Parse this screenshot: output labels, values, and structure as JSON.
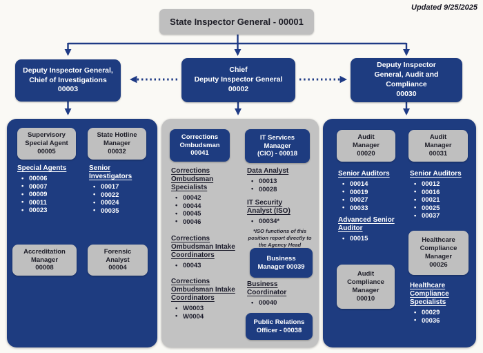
{
  "updated": "Updated 9/25/2025",
  "colors": {
    "navy": "#1e3c80",
    "box_gray": "#bfbfbf",
    "panel_gray": "#c2c2c2",
    "background": "#faf9f5",
    "text_dark": "#1d1d26",
    "text_white": "#ffffff"
  },
  "root_box": {
    "label": "State Inspector General - 00001"
  },
  "level2": {
    "investigations": {
      "lines": [
        "Deputy Inspector General,",
        "Chief of Investigations",
        "00003"
      ]
    },
    "chief": {
      "lines": [
        "Chief",
        "Deputy Inspector General",
        "00002"
      ]
    },
    "audit_compliance": {
      "lines": [
        "Deputy Inspector",
        "General, Audit and",
        "Compliance",
        "00030"
      ]
    }
  },
  "columns": {
    "investigations": {
      "boxes": [
        {
          "label": [
            "Supervisory",
            "Special Agent",
            "00005"
          ]
        },
        {
          "label": [
            "State Hotline",
            "Manager",
            "00032"
          ]
        },
        {
          "label": [
            "Accreditation",
            "Manager",
            "00008"
          ]
        },
        {
          "label": [
            "Forensic",
            "Analyst",
            "00004"
          ]
        }
      ],
      "groups": [
        {
          "title": "Special Agents",
          "items": [
            "00006",
            "00007",
            "00009",
            "00011",
            "00023"
          ]
        },
        {
          "title": "Senior Investigators",
          "items": [
            "00017",
            "00022",
            "00024",
            "00035"
          ]
        }
      ]
    },
    "chief_office": {
      "boxes": [
        {
          "label": [
            "Corrections",
            "Ombudsman",
            "00041"
          ]
        },
        {
          "label": [
            "IT Services",
            "Manager",
            "(CIO) - 00018"
          ]
        },
        {
          "label": [
            "Business",
            "Manager 00039"
          ]
        },
        {
          "label": [
            "Public Relations",
            "Officer - 00038"
          ]
        }
      ],
      "groups": [
        {
          "title": "Corrections Ombudsman Specialists",
          "items": [
            "00042",
            "00044",
            "00045",
            "00046"
          ]
        },
        {
          "title": "Data Analyst",
          "items": [
            "00013",
            "00028"
          ]
        },
        {
          "title": "IT Security Analyst (ISO)",
          "items": [
            "00034*"
          ],
          "note": "*ISO functions of this position report directly to the Agency Head"
        },
        {
          "title": "Corrections Ombudsman Intake Coordinators",
          "items": [
            "00043"
          ]
        },
        {
          "title": "Corrections Ombudsman Intake Coordinators",
          "items": [
            "W0003",
            "W0004"
          ]
        },
        {
          "title": "Business Coordinator",
          "items": [
            "00040"
          ]
        }
      ]
    },
    "audit_compliance": {
      "boxes": [
        {
          "label": [
            "Audit",
            "Manager",
            "00020"
          ]
        },
        {
          "label": [
            "Audit",
            "Manager",
            "00031"
          ]
        },
        {
          "label": [
            "Audit",
            "Compliance",
            "Manager",
            "00010"
          ]
        },
        {
          "label": [
            "Healthcare",
            "Compliance",
            "Manager",
            "00026"
          ]
        }
      ],
      "groups": [
        {
          "title": "Senior Auditors",
          "items": [
            "00014",
            "00019",
            "00027",
            "00033"
          ]
        },
        {
          "title": "Advanced Senior Auditor",
          "items": [
            "00015"
          ]
        },
        {
          "title": "Senior Auditors",
          "items": [
            "00012",
            "00016",
            "00021",
            "00025",
            "00037"
          ]
        },
        {
          "title": "Healthcare Compliance Specialists",
          "items": [
            "00029",
            "00036"
          ]
        }
      ]
    }
  }
}
